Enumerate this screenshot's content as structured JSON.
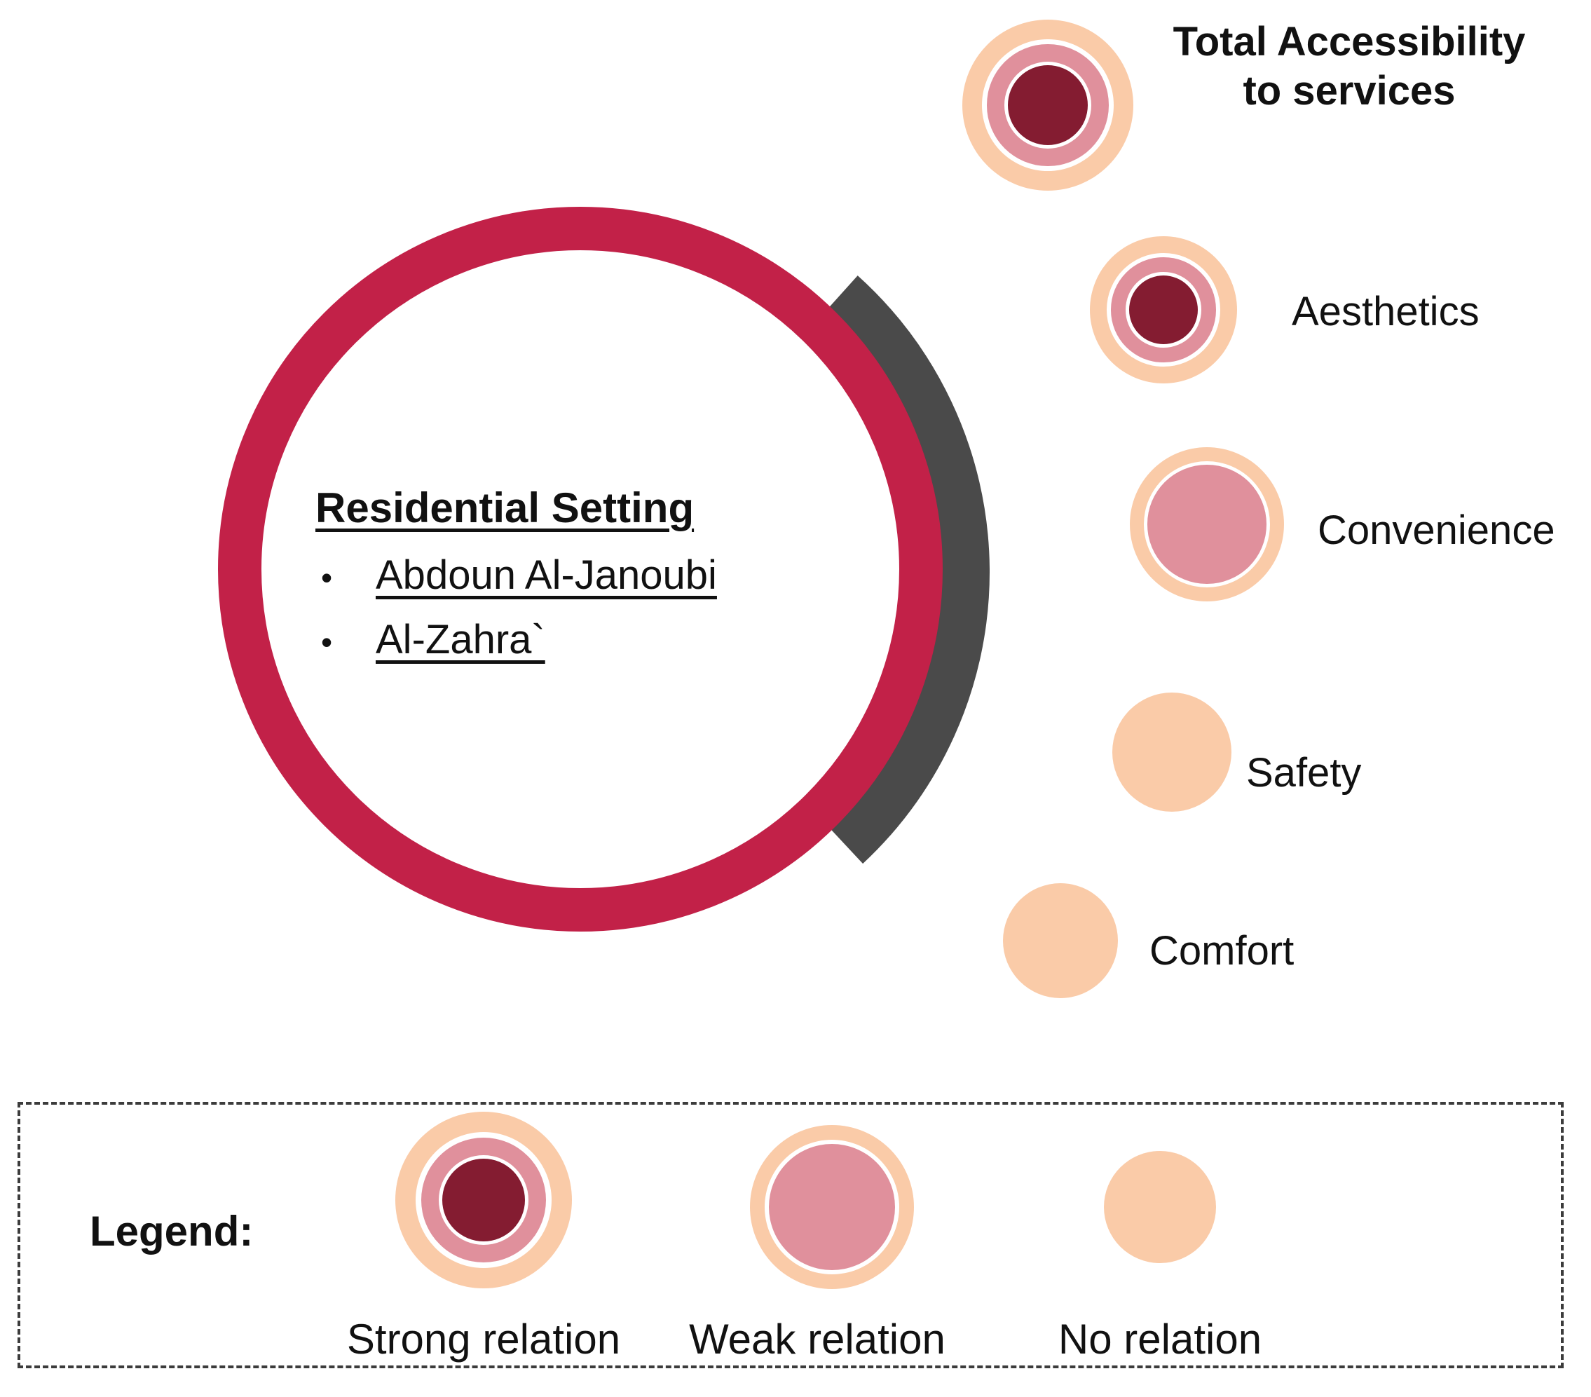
{
  "diagram": {
    "main_circle": {
      "title": "Residential Setting",
      "bullets": [
        "Abdoun Al-Janoubi",
        "Al-Zahra`"
      ],
      "bullet_marker": "•"
    },
    "attributes": [
      {
        "label": "Total Accessibility to services",
        "relation": "strong"
      },
      {
        "label": "Aesthetics",
        "relation": "strong"
      },
      {
        "label": "Convenience",
        "relation": "weak"
      },
      {
        "label": "Safety",
        "relation": "none"
      },
      {
        "label": "Comfort",
        "relation": "none"
      }
    ],
    "legend": {
      "title": "Legend:",
      "items": [
        {
          "label": "Strong relation",
          "relation": "strong"
        },
        {
          "label": "Weak relation",
          "relation": "weak"
        },
        {
          "label": "No relation",
          "relation": "none"
        }
      ]
    },
    "colors": {
      "ring_red": "#C22148",
      "arc_gray": "#4A4A4A",
      "peach": "#FACBA8",
      "pink": "#E0909C",
      "core_maroon": "#841C31"
    }
  }
}
